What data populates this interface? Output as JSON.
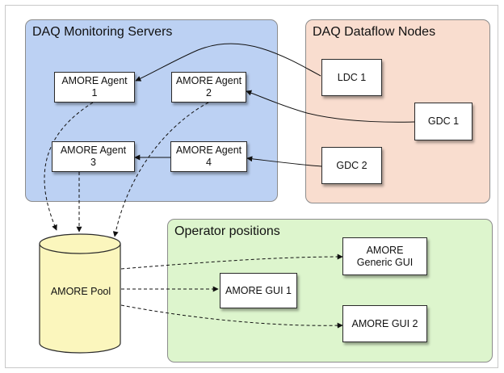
{
  "regions": {
    "monitoring": "DAQ Monitoring Servers",
    "dataflow": "DAQ Dataflow Nodes",
    "operator": "Operator positions"
  },
  "nodes": {
    "agent1": "AMORE Agent\n1",
    "agent2": "AMORE Agent\n2",
    "agent3": "AMORE Agent\n3",
    "agent4": "AMORE Agent\n4",
    "ldc1": "LDC 1",
    "gdc1": "GDC 1",
    "gdc2": "GDC 2",
    "generic_gui": "AMORE\nGeneric GUI",
    "gui1": "AMORE GUI 1",
    "gui2": "AMORE GUI 2",
    "pool": "AMORE Pool"
  },
  "colors": {
    "monitoring_bg": "#bcd1f3",
    "dataflow_bg": "#f9ddcf",
    "operator_bg": "#ddf5cd",
    "pool_fill": "#fbf6bd"
  }
}
